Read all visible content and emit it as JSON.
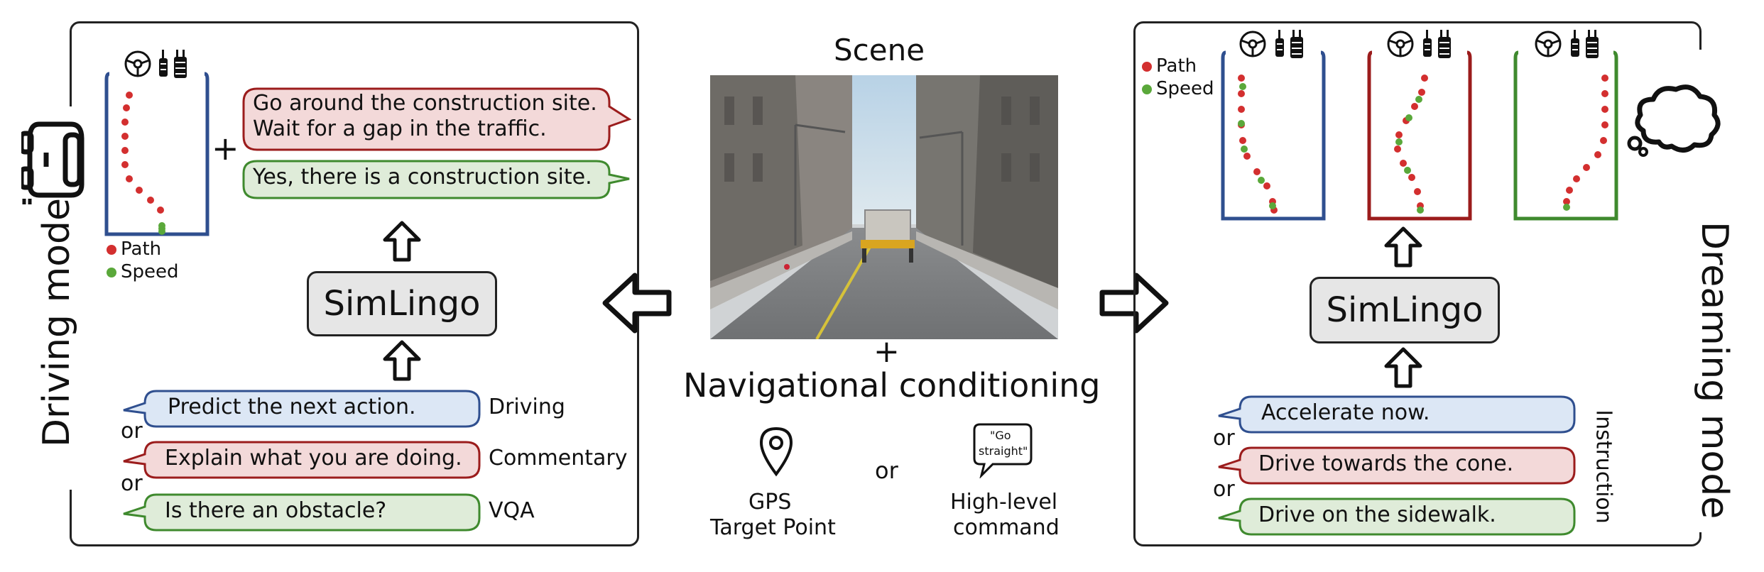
{
  "center": {
    "scene_label": "Scene",
    "plus": "+",
    "nav_title": "Navigational conditioning",
    "gps_line1": "GPS",
    "gps_line2": "Target Point",
    "or": "or",
    "hlc_line1": "High-level",
    "hlc_line2": "command",
    "speech_text_1": "\"Go",
    "speech_text_2": "straight\""
  },
  "driving_panel": {
    "mode_label": "Driving mode",
    "model_label": "SimLingo",
    "plus": "+",
    "legend_path": "Path",
    "legend_speed": "Speed",
    "output_commentary": [
      "Go around the construction site.",
      "Wait for a gap in the traffic."
    ],
    "output_answer": "Yes, there is a construction site.",
    "inputs": [
      {
        "text": "Predict the next action.",
        "tag": "Driving"
      },
      {
        "text": "Explain what you are doing.",
        "tag": "Commentary"
      },
      {
        "text": "Is there an obstacle?",
        "tag": "VQA"
      }
    ],
    "or": "or"
  },
  "dreaming_panel": {
    "mode_label": "Dreaming mode",
    "model_label": "SimLingo",
    "legend_path": "Path",
    "legend_speed": "Speed",
    "inputs": [
      {
        "text": "Accelerate now."
      },
      {
        "text": "Drive towards the cone."
      },
      {
        "text": "Drive on the sidewalk."
      }
    ],
    "tag": "Instruction",
    "or": "or"
  },
  "colors": {
    "blue": "#2f4f8f",
    "blue_fill": "#dce7f5",
    "red": "#9b1c1c",
    "red_fill": "#f3d9d9",
    "green": "#3f8a2e",
    "green_fill": "#dfecd9",
    "path_dot": "#d32f2f",
    "speed_dot": "#5aa83a",
    "box_fill": "#e6e6e6"
  }
}
